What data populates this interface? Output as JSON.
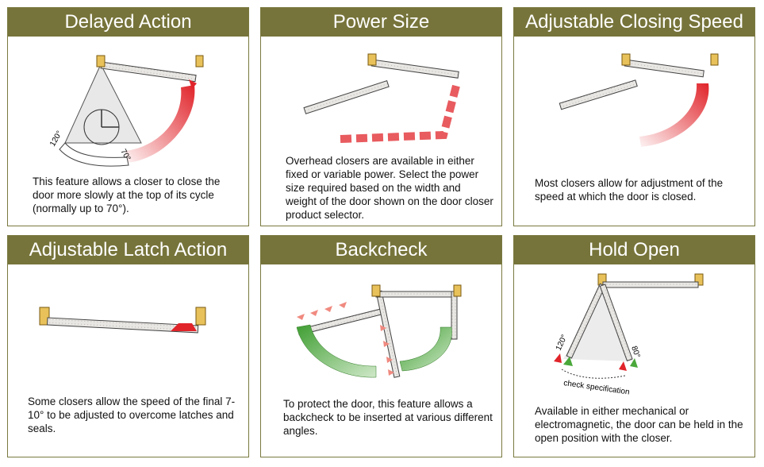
{
  "panels": [
    {
      "title": "Delayed Action",
      "description": "This feature allows a closer to close the door more slowly at the top of its cycle (normally up to 70°).",
      "labels": {
        "angle_a": "120°",
        "angle_b": "70°"
      }
    },
    {
      "title": "Power Size",
      "description": "Overhead closers are available in either fixed or variable power. Select the power size required based on the width and weight of the door shown on the door closer product selector."
    },
    {
      "title": "Adjustable Closing Speed",
      "description": "Most closers allow for adjustment of the speed at which the door is closed."
    },
    {
      "title": "Adjustable Latch Action",
      "description": "Some closers allow the speed of the final 7-10° to be adjusted to overcome latches and seals."
    },
    {
      "title": "Backcheck",
      "description": "To protect the door, this feature allows a backcheck to be inserted at various different angles."
    },
    {
      "title": "Hold Open",
      "description": "Available in either mechanical or electromagnetic, the door can be held in the open position with the closer.",
      "labels": {
        "angle_a": "120°",
        "angle_b": "80°",
        "check": "check specification"
      }
    }
  ],
  "colors": {
    "header": "#77743b",
    "red": "#e0242a",
    "green": "#4aa83a"
  }
}
